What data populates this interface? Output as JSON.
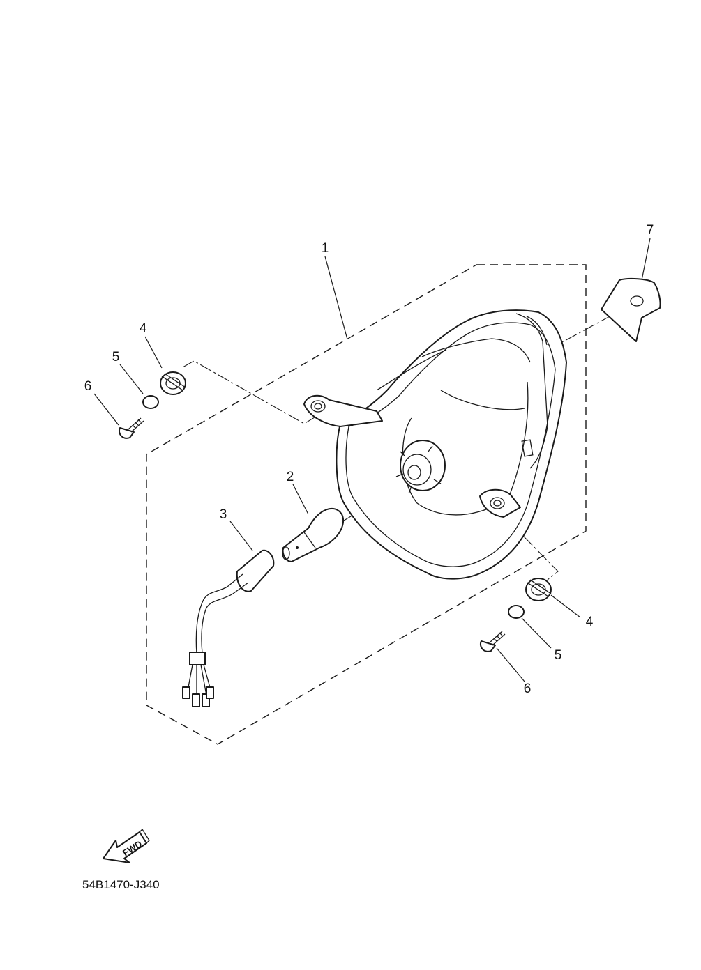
{
  "callouts": {
    "c1": "1",
    "c7": "7",
    "c4_left": "4",
    "c5_left": "5",
    "c6_left": "6",
    "c2": "2",
    "c3": "3",
    "c4_right": "4",
    "c5_right": "5",
    "c6_right": "6"
  },
  "fwd_label": "FWD",
  "diagram_code": "54B1470-J340"
}
